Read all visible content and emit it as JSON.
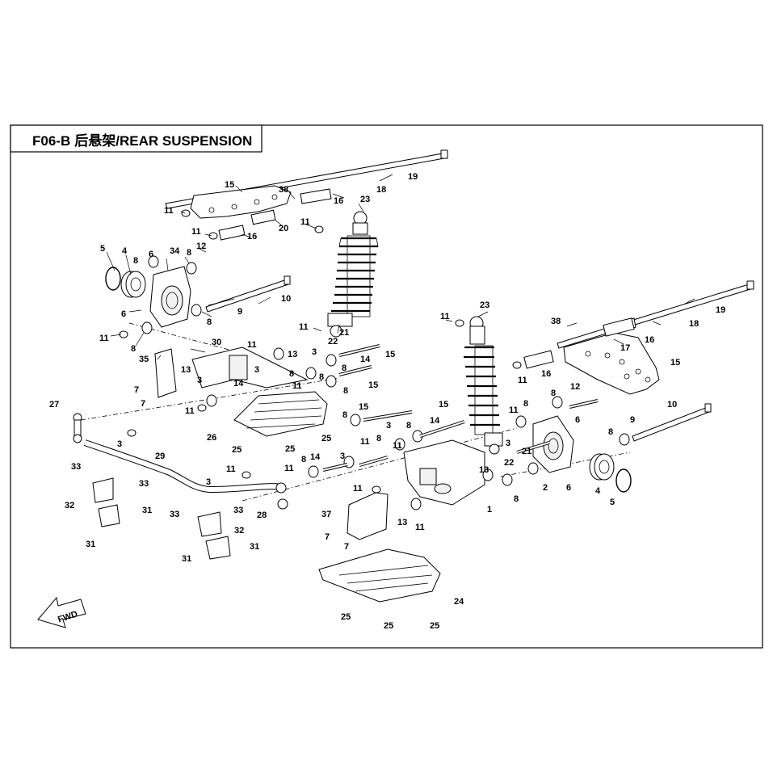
{
  "diagram": {
    "code": "F06-B",
    "title_cn": "后悬架",
    "title_en": "/REAR SUSPENSION",
    "fwd_label": "FWD"
  },
  "callouts": {
    "c_1": "1",
    "c_2": "2",
    "c_3": "3",
    "c_4": "4",
    "c_5": "5",
    "c_6": "6",
    "c_7": "7",
    "c_8": "8",
    "c_9": "9",
    "c_10": "10",
    "c_11": "11",
    "c_12": "12",
    "c_13": "13",
    "c_14": "14",
    "c_15": "15",
    "c_16": "16",
    "c_17": "17",
    "c_18": "18",
    "c_19": "19",
    "c_20": "20",
    "c_21": "21",
    "c_22": "22",
    "c_23": "23",
    "c_24": "24",
    "c_25": "25",
    "c_26": "26",
    "c_27": "27",
    "c_28": "28",
    "c_29": "29",
    "c_30": "30",
    "c_31": "31",
    "c_32": "32",
    "c_33": "33",
    "c_34": "34",
    "c_35": "35",
    "c_37": "37",
    "c_38": "38"
  }
}
